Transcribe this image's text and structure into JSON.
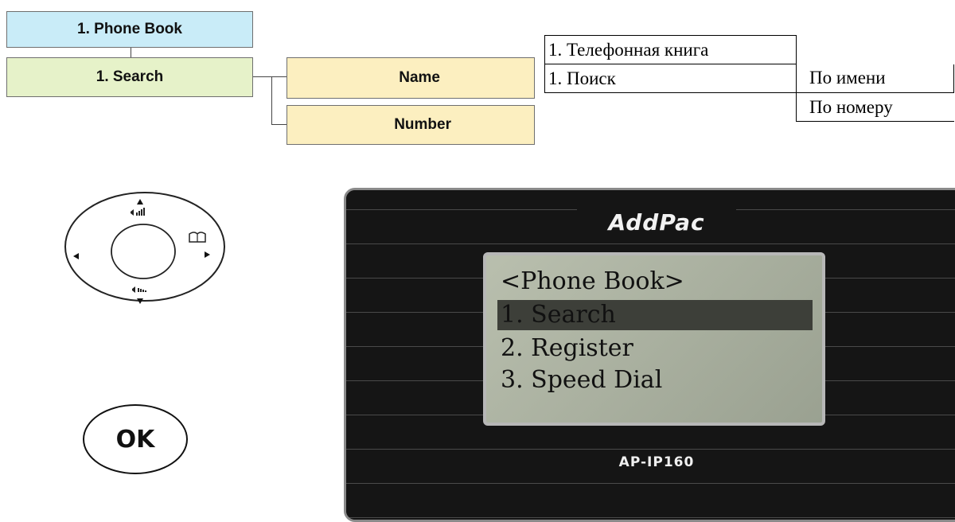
{
  "menu_tree": {
    "root": "1. Phone Book",
    "child": "1. Search",
    "options": [
      "Name",
      "Number"
    ]
  },
  "ru_table": {
    "row1": "1. Телефонная книга",
    "row2_col1": "1. Поиск",
    "row2_col2": "По имени",
    "row3_col2": "По номеру"
  },
  "keypad": {
    "ok_label": "OK"
  },
  "phone": {
    "brand": "AddPac",
    "model": "AP-IP160",
    "screen_lines": [
      "<Phone Book>",
      "1. Search",
      "2. Register",
      "3. Speed Dial"
    ],
    "selected_index": 1
  }
}
